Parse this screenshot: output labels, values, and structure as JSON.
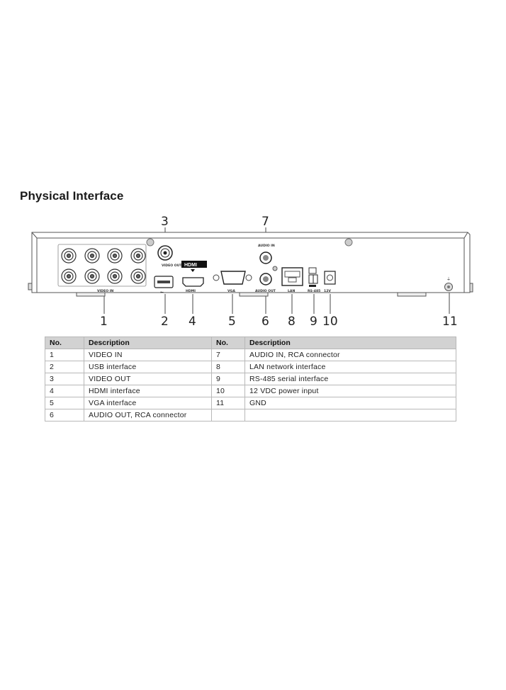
{
  "section": {
    "title": "Physical Interface"
  },
  "diagram": {
    "callouts": [
      "1",
      "2",
      "3",
      "4",
      "5",
      "6",
      "7",
      "8",
      "9",
      "10",
      "11"
    ],
    "panel_labels": {
      "video_in": "VIDEO IN",
      "video_out": "VIDEO OUT",
      "hdmi_badge": "HDMI",
      "hdmi": "HDMI",
      "vga": "VGA",
      "audio_in": "AUDIO IN",
      "audio_out": "AUDIO OUT",
      "lan": "LAN",
      "rs485": "RS-485",
      "power": "12V"
    }
  },
  "table": {
    "headers": [
      "No.",
      "Description",
      "No.",
      "Description"
    ],
    "rows": [
      {
        "no_left": "1",
        "desc_left": "VIDEO IN",
        "no_right": "7",
        "desc_right": "AUDIO IN, RCA connector"
      },
      {
        "no_left": "2",
        "desc_left": "USB interface",
        "no_right": "8",
        "desc_right": "LAN network interface"
      },
      {
        "no_left": "3",
        "desc_left": "VIDEO OUT",
        "no_right": "9",
        "desc_right": "RS-485 serial interface"
      },
      {
        "no_left": "4",
        "desc_left": "HDMI interface",
        "no_right": "10",
        "desc_right": "12 VDC power input"
      },
      {
        "no_left": "5",
        "desc_left": "VGA interface",
        "no_right": "11",
        "desc_right": "GND"
      },
      {
        "no_left": "6",
        "desc_left": "AUDIO OUT, RCA connector",
        "no_right": "",
        "desc_right": ""
      }
    ]
  }
}
